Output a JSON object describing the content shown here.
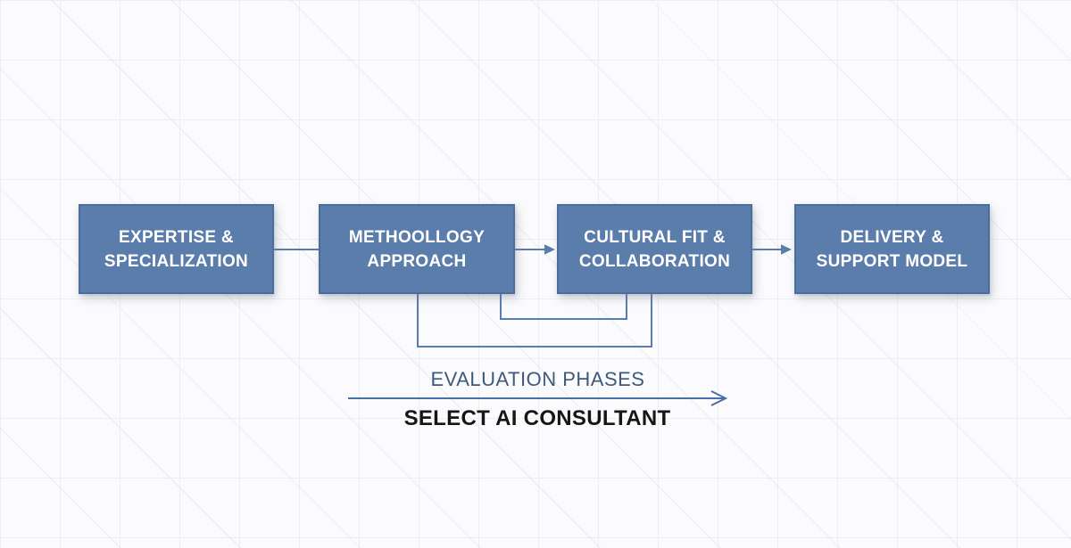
{
  "diagram": {
    "nodes": [
      {
        "id": "expertise",
        "lines": [
          "EXPERTISE &",
          "SPECIALIZATION"
        ]
      },
      {
        "id": "methodology",
        "lines": [
          "METHOOLLOGY",
          "APPROACH"
        ]
      },
      {
        "id": "cultural",
        "lines": [
          "CULTURAL FIT &",
          "COLLABORATION"
        ]
      },
      {
        "id": "delivery",
        "lines": [
          "DELIVERY &",
          "SUPPORT MODEL"
        ]
      }
    ],
    "edges": [
      {
        "from": "expertise",
        "to": "methodology",
        "type": "plain-line"
      },
      {
        "from": "methodology",
        "to": "cultural",
        "type": "arrow"
      },
      {
        "from": "cultural",
        "to": "delivery",
        "type": "arrow"
      },
      {
        "from": "methodology",
        "to": "cultural",
        "type": "bottom-bracket-inner"
      },
      {
        "from": "methodology",
        "to": "cultural",
        "type": "bottom-bracket-outer"
      }
    ]
  },
  "caption": {
    "phase_label": "EVALUATION PHASES",
    "title": "SELECT AI CONSULTANT"
  },
  "colors": {
    "box_fill": "#5b7dac",
    "box_border": "#4a6d9c",
    "box_text": "#ffffff",
    "connector": "#5b7dac",
    "arrow_line": "#4670aa",
    "phase_text": "#3d5a7b",
    "title_text": "#161616",
    "background": "#fbfbfd",
    "grid_line": "#eceef2"
  }
}
